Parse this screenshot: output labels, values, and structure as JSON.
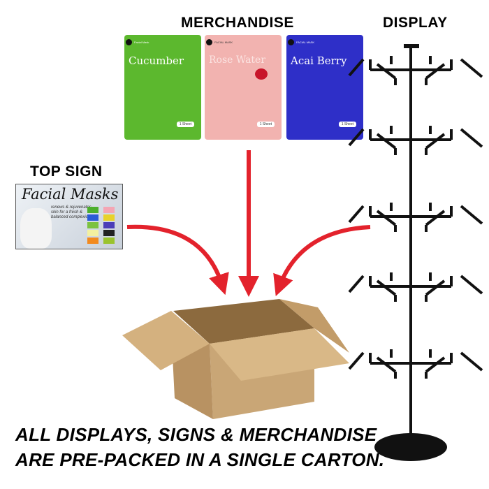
{
  "headings": {
    "merchandise": "MERCHANDISE",
    "display": "DISPLAY",
    "top_sign": "TOP SIGN"
  },
  "packets": [
    {
      "name": "Cucumber",
      "type": "Facial Mask",
      "sheet": "1 Sheet",
      "color": "#5cb82e"
    },
    {
      "name": "Rose Water",
      "type": "FACIAL MASK",
      "sheet": "1 Sheet",
      "color": "#f2b3b0"
    },
    {
      "name": "Acai Berry",
      "type": "FACIAL MASK",
      "sheet": "1 Sheet",
      "color": "#2e2fc8"
    }
  ],
  "sign": {
    "title": "Facial Masks",
    "subtitle": "renews & rejuvenates skin for a fresh & balanced complexion!"
  },
  "footer": {
    "line1": "ALL DISPLAYS, SIGNS & MERCHANDISE",
    "line2": "ARE PRE-PACKED IN A SINGLE CARTON."
  },
  "colors": {
    "arrow": "#e3222c",
    "box": "#c9a676",
    "stand": "#111111"
  }
}
